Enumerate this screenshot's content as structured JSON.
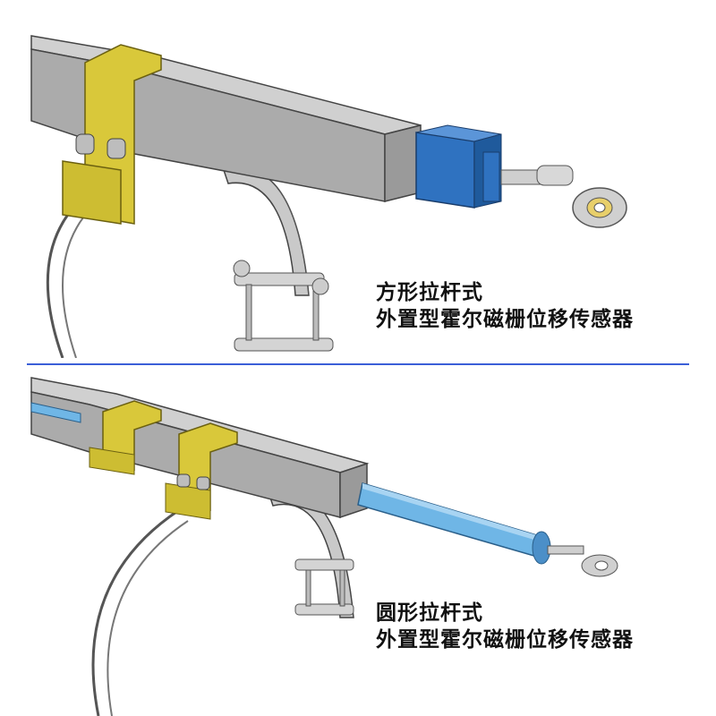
{
  "captions": {
    "top": {
      "line1": "方形拉杆式",
      "line2": "外置型霍尔磁栅位移传感器"
    },
    "bottom": {
      "line1": "圆形拉杆式",
      "line2": "外置型霍尔磁栅位移传感器"
    }
  },
  "colors": {
    "frame_gray": "#b5b5b5",
    "bracket_yellow": "#d9c83a",
    "sensor_blue": "#2f72c0",
    "rod_light_blue": "#6fb6e6",
    "divider_blue": "#3b5fd8"
  }
}
